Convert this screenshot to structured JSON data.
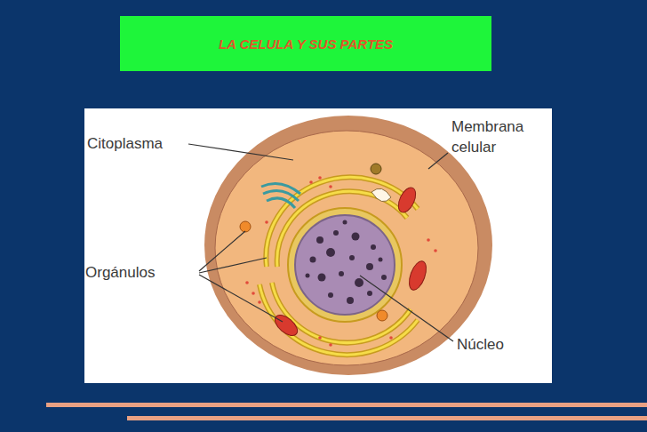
{
  "diagram": {
    "title": "LA CELULA Y SUS PARTES",
    "labels": [
      "Citoplasma",
      "Membrana celular",
      "Orgánulos",
      "Núcleo"
    ]
  }
}
